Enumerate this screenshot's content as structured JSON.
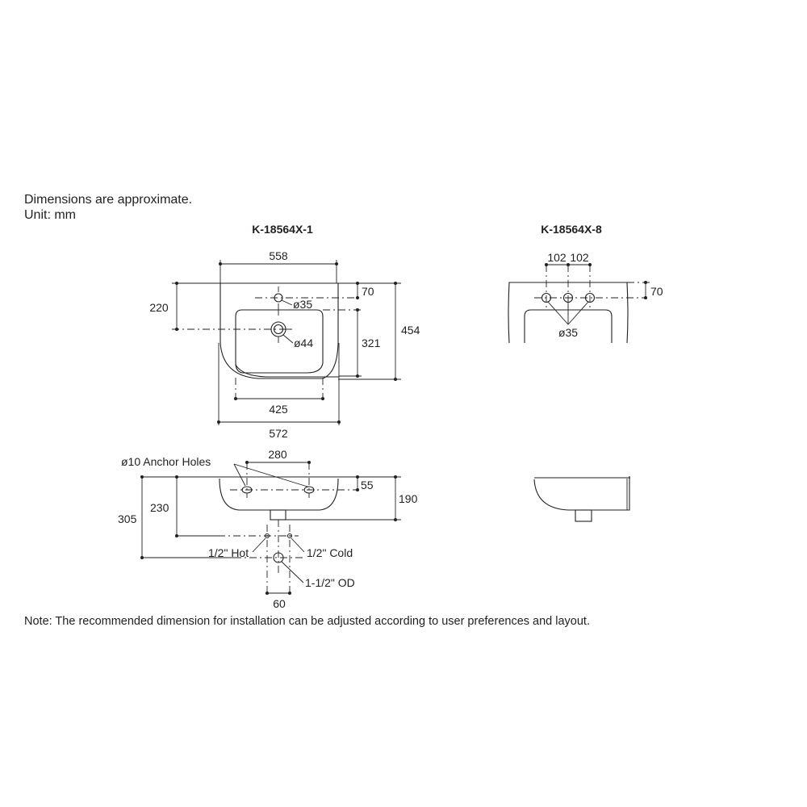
{
  "header": {
    "line1": "Dimensions are approximate.",
    "line2": "Unit: mm"
  },
  "models": {
    "left": "K-18564X-1",
    "right": "K-18564X-8"
  },
  "top_view_left": {
    "width_top": "558",
    "width_bottom": "572",
    "bowl_width": "425",
    "drain_offset": "220",
    "tap_offset": "70",
    "bowl_depth": "321",
    "overall_depth": "454",
    "tap_hole": "ø35",
    "drain_hole": "ø44"
  },
  "top_view_right": {
    "spacing_left": "102",
    "spacing_right": "102",
    "tap_offset": "70",
    "tap_holes": "ø35"
  },
  "side_view": {
    "anchor_label": "ø10 Anchor Holes",
    "anchor_spacing": "280",
    "anchor_offset": "55",
    "basin_height": "190",
    "supply_height": "230",
    "waste_height": "305",
    "hot_label": "1/2\" Hot",
    "cold_label": "1/2\" Cold",
    "waste_label": "1-1/2\" OD",
    "supply_spacing": "60"
  },
  "note": "Note: The recommended dimension for installation can be adjusted according to user preferences and layout."
}
